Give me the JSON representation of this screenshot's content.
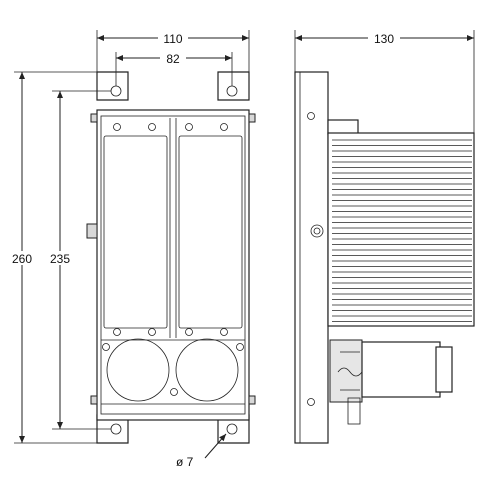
{
  "dimensions": {
    "front_width": "110",
    "hole_spacing": "82",
    "total_height": "260",
    "hole_pitch_height": "235",
    "hole_diameter": "ø 7",
    "side_depth": "130"
  }
}
